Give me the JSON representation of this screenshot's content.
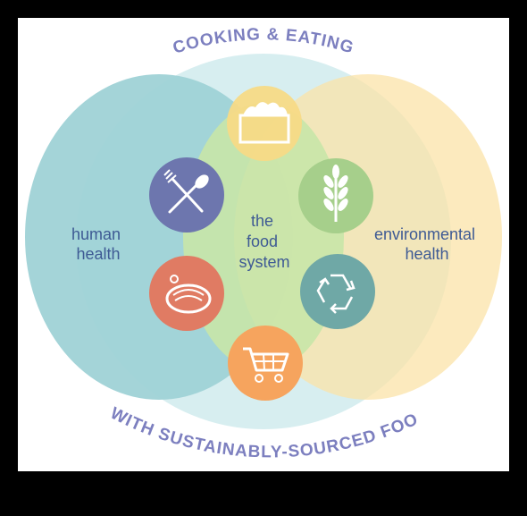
{
  "arc_top": "COOKING & EATING",
  "arc_bottom": "WITH SUSTAINABLY-SOURCED FOOD",
  "left_label": [
    "human",
    "health"
  ],
  "center_label": [
    "the",
    "food",
    "system"
  ],
  "right_label": [
    "environmental",
    "health"
  ],
  "icons": [
    {
      "name": "grain-storage-icon"
    },
    {
      "name": "fork-spoon-icon"
    },
    {
      "name": "wheat-icon"
    },
    {
      "name": "food-bowl-icon"
    },
    {
      "name": "recycle-icon"
    },
    {
      "name": "shopping-cart-icon"
    }
  ],
  "colors": {
    "outer_circle": "#d7eef0",
    "human_health": "#9fd2d6",
    "environmental_health": "#fbe7b6",
    "food_system": "#c8e6a8",
    "text_blue": "#3e5a94",
    "arc_text": "#7c7fbf"
  }
}
